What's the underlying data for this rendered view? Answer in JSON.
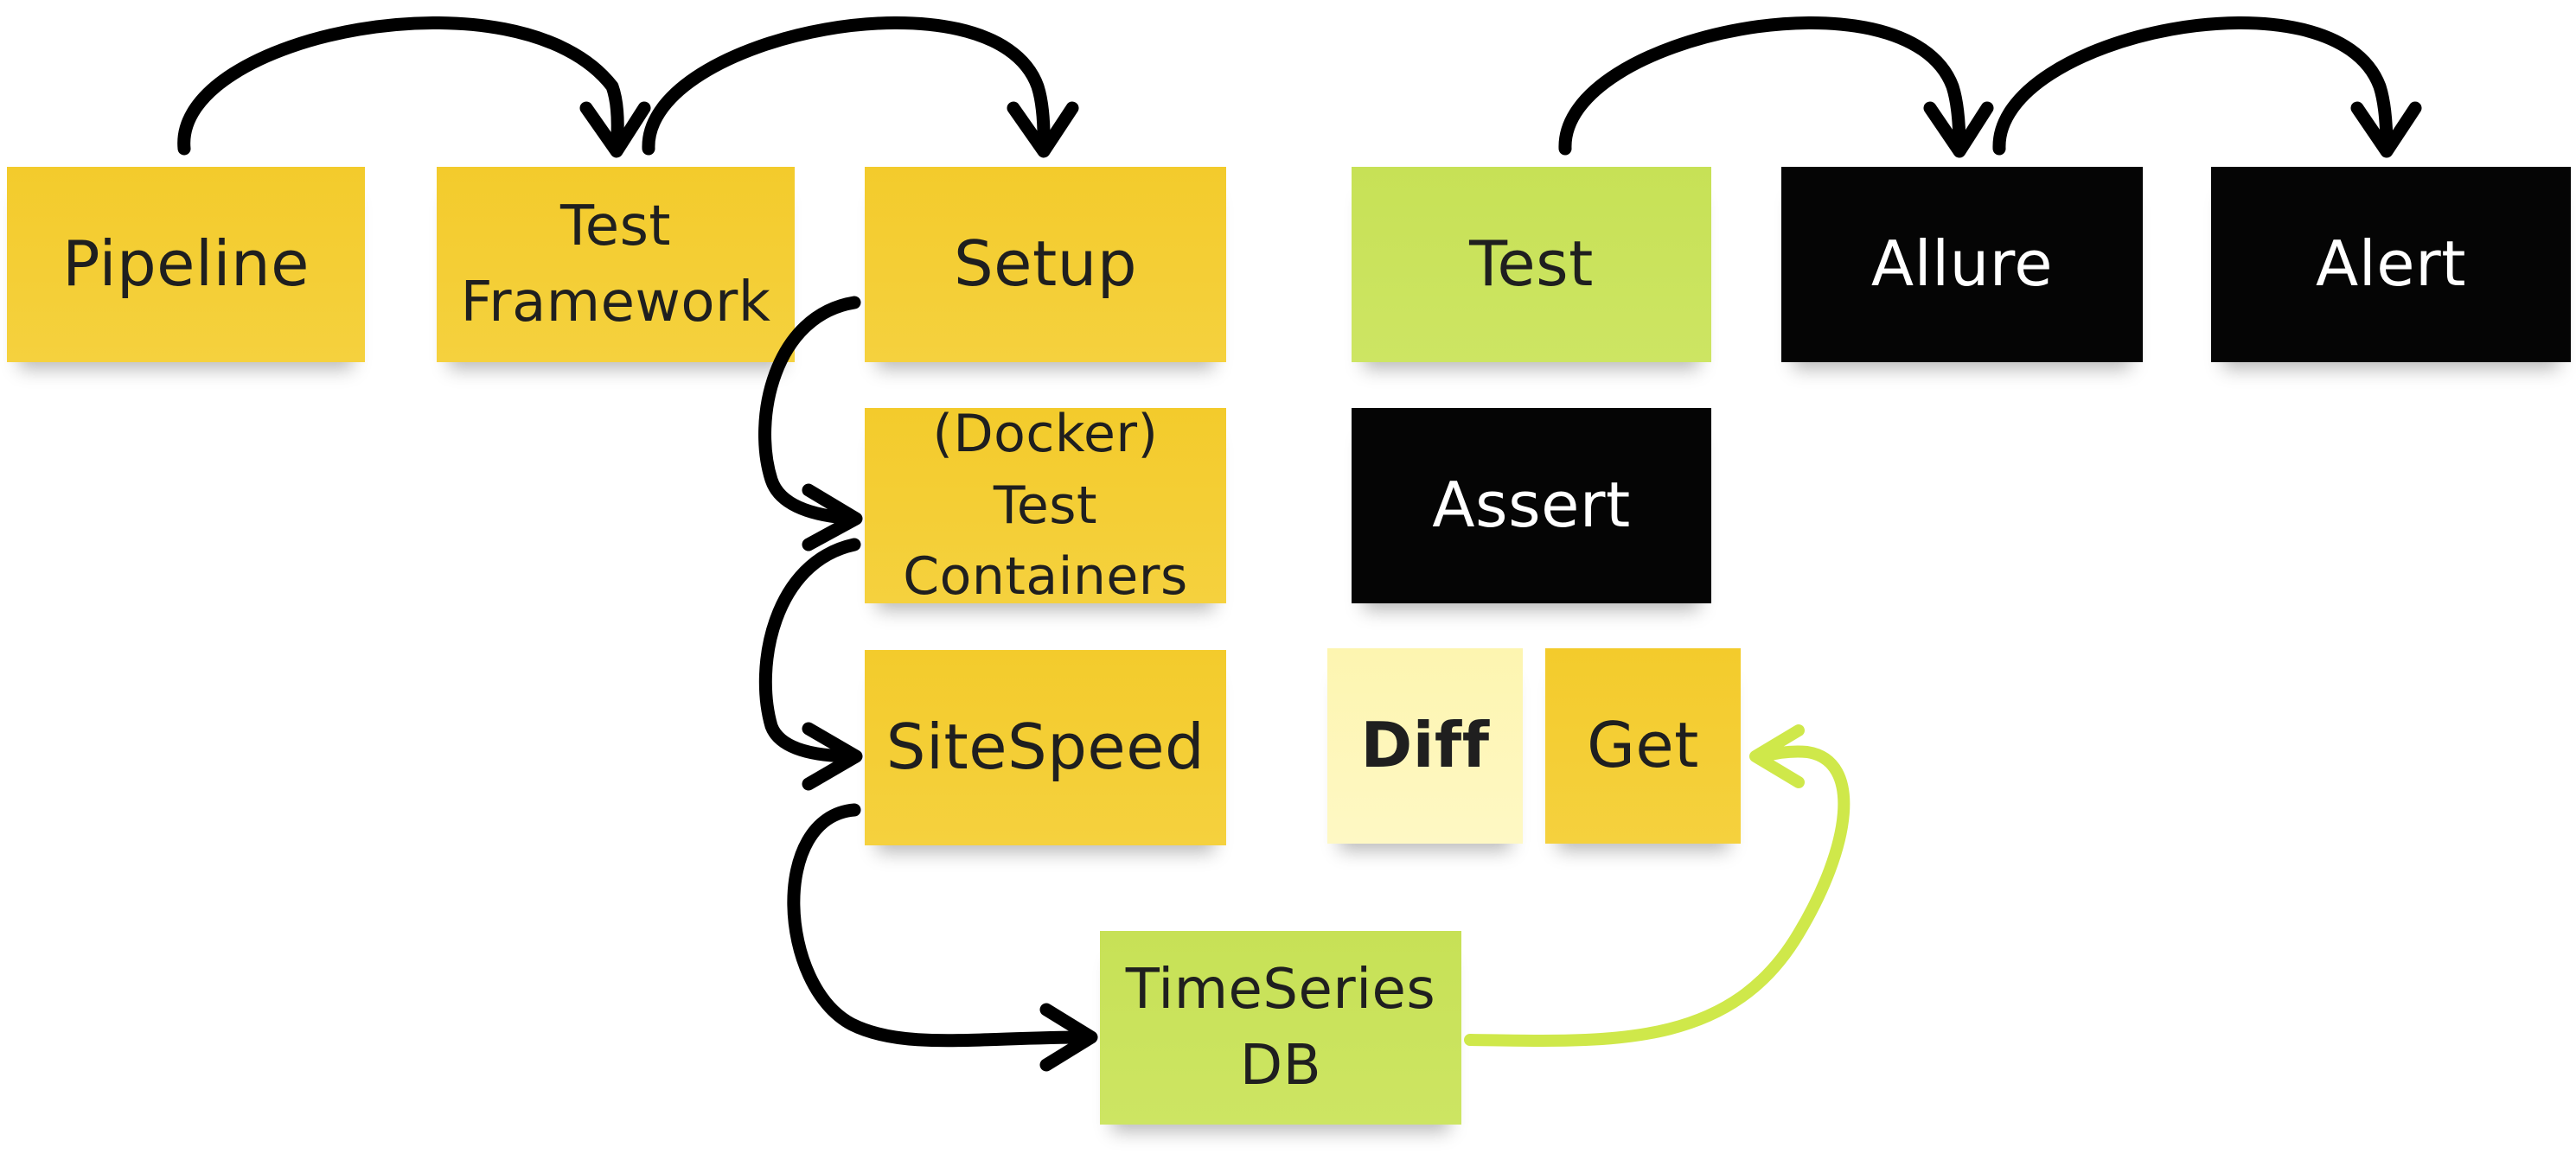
{
  "notes": {
    "pipeline": "Pipeline",
    "test_framework": "Test\nFramework",
    "setup": "Setup",
    "docker_test_containers": "(Docker) Test\nContainers",
    "sitespeed": "SiteSpeed",
    "timeseries_db": "TimeSeries\nDB",
    "test": "Test",
    "allure": "Allure",
    "alert": "Alert",
    "assert": "Assert",
    "diff": "Diff",
    "get": "Get"
  },
  "colors": {
    "yellow": "#f4ce35",
    "light_yellow": "#fef6bb",
    "green": "#c9e35b",
    "black": "#050505",
    "arrow": "#000000",
    "arrow_green": "#cfe84a"
  },
  "edges": [
    {
      "from": "Pipeline",
      "to": "Test Framework"
    },
    {
      "from": "Test Framework",
      "to": "Setup"
    },
    {
      "from": "Setup",
      "to": "(Docker) Test Containers"
    },
    {
      "from": "(Docker) Test Containers",
      "to": "SiteSpeed"
    },
    {
      "from": "SiteSpeed",
      "to": "TimeSeries DB"
    },
    {
      "from": "TimeSeries DB",
      "to": "Get"
    },
    {
      "from": "Test",
      "to": "Allure"
    },
    {
      "from": "Allure",
      "to": "Alert"
    }
  ]
}
